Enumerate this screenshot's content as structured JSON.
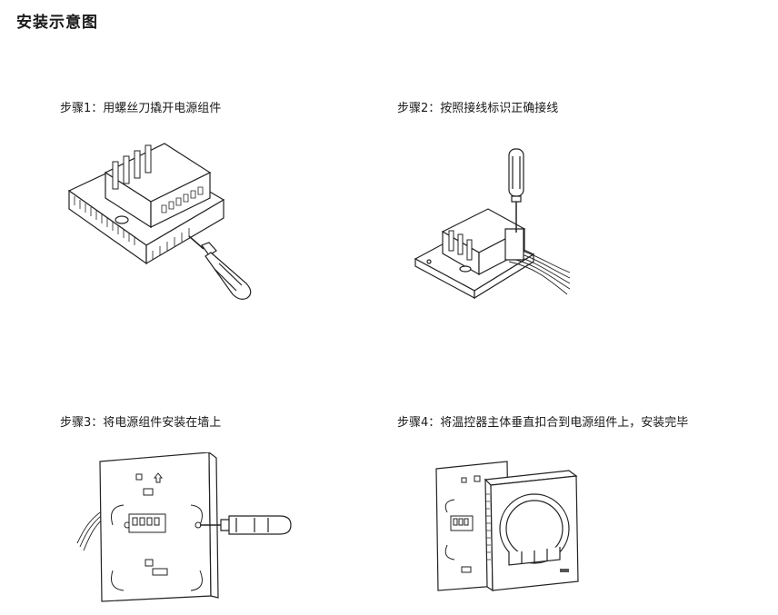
{
  "document": {
    "title": "安装示意图",
    "steps": [
      {
        "caption": "步骤1：用螺丝刀撬开电源组件",
        "illustration": "screwdriver prying open power module"
      },
      {
        "caption": "步骤2：按照接线标识正确接线",
        "illustration": "screwdriver wiring terminal block"
      },
      {
        "caption": "步骤3：将电源组件安装在墙上",
        "illustration": "screwdriver fixing base plate to wall"
      },
      {
        "caption": "步骤4：将温控器主体垂直扣合到电源组件上，安装完毕",
        "illustration": "thermostat snapped onto base plate"
      }
    ]
  }
}
